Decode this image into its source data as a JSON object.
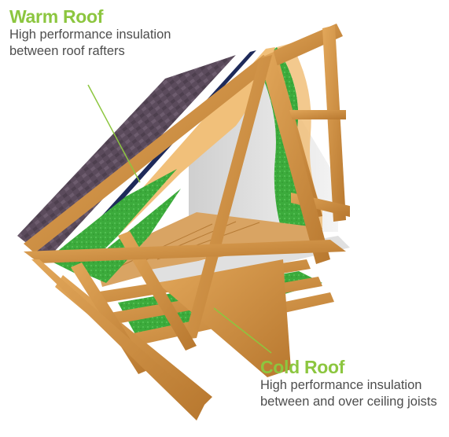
{
  "warm_roof": {
    "heading": "Warm Roof",
    "line1": "High performance insulation",
    "line2": "between roof rafters"
  },
  "cold_roof": {
    "heading": "Cold Roof",
    "line1": "High performance insulation",
    "line2": "between and over ceiling joists"
  },
  "colors": {
    "accent_green": "#8cc63f",
    "text_grey": "#4d4d4d",
    "timber": "#c98a3e",
    "insulation_green": "#3cab3c",
    "shingles": "#5a4a5a"
  }
}
